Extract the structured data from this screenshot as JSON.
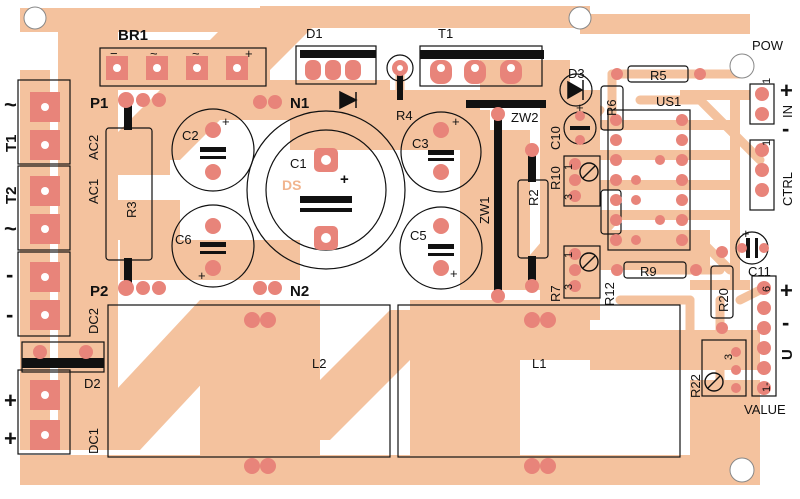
{
  "colors": {
    "copper": "#f4c29e",
    "pad": "#e8847a",
    "silk": "#111111",
    "board": "#ffffff"
  },
  "labels": {
    "br1": "BR1",
    "d1": "D1",
    "t1_top": "T1",
    "pow": "POW",
    "p1": "P1",
    "n1": "N1",
    "p2": "P2",
    "n2": "N2",
    "c1": "C1",
    "c2": "C2",
    "c3": "C3",
    "c5": "C5",
    "c6": "C6",
    "c10": "C10",
    "c11": "C11",
    "r2": "R2",
    "r3": "R3",
    "r4": "R4",
    "r5": "R5",
    "r6": "R6",
    "r7": "R7",
    "r9": "R9",
    "r10": "R10",
    "r12": "R12",
    "r20": "R20",
    "r22": "R22",
    "d2": "D2",
    "d3": "D3",
    "zw1": "ZW1",
    "zw2": "ZW2",
    "us1": "US1",
    "l1": "L1",
    "l2": "L2",
    "ac1": "AC1",
    "ac2": "AC2",
    "dc1": "DC1",
    "dc2": "DC2",
    "t1_side": "T1",
    "t2_side": "T2",
    "in": "IN",
    "ctrl": "CTRL",
    "value": "VALUE",
    "u": "U",
    "ds": "DS",
    "pin_1a": "1",
    "pin_1b": "1",
    "pin_1c": "1",
    "pin_1d": "1",
    "pin_3a": "3",
    "pin_3b": "3",
    "pin_3c": "3",
    "pin_6": "6",
    "pin_1neg": "1-",
    "tilde_br1_a": "~",
    "tilde_br1_b": "~",
    "minus_br1": "−",
    "plus_br1": "+",
    "tilde_left_a": "~",
    "tilde_left_b": "~",
    "minus_left_a": "-",
    "minus_left_b": "-",
    "plus_left_a": "+",
    "plus_left_b": "+",
    "plus_pow": "+",
    "minus_pow": "-",
    "plus_val": "+",
    "minus_val": "-",
    "plus_c1": "+",
    "plus_c2": "+",
    "plus_c3": "+",
    "plus_c5": "+",
    "plus_c6": "+",
    "plus_c10": "+",
    "plus_c11": "+"
  }
}
